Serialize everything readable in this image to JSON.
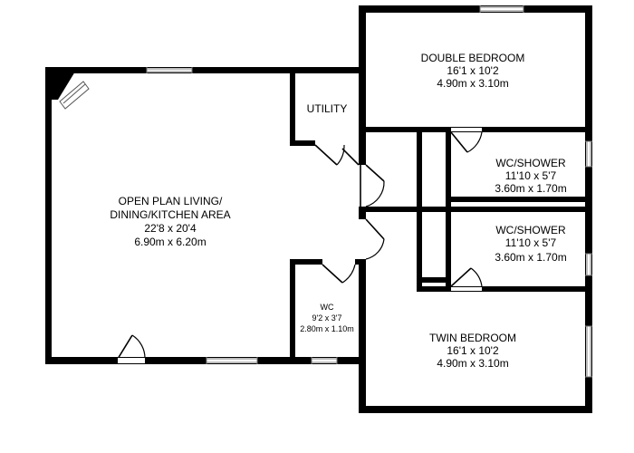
{
  "rooms": {
    "living": {
      "name_line1": "OPEN PLAN LIVING/",
      "name_line2": "DINING/KITCHEN AREA",
      "imperial": "22'8 x 20'4",
      "metric": "6.90m x 6.20m"
    },
    "utility": {
      "name": "UTILITY"
    },
    "double_bedroom": {
      "name": "DOUBLE BEDROOM",
      "imperial": "16'1 x 10'2",
      "metric": "4.90m x 3.10m"
    },
    "wc_shower_1": {
      "name": "WC/SHOWER",
      "imperial": "11'10 x 5'7",
      "metric": "3.60m x 1.70m"
    },
    "wc_shower_2": {
      "name": "WC/SHOWER",
      "imperial": "11'10 x 5'7",
      "metric": "3.60m x 1.70m"
    },
    "wc": {
      "name": "WC",
      "imperial": "9'2 x 3'7",
      "metric": "2.80m x 1.10m"
    },
    "twin_bedroom": {
      "name": "TWIN BEDROOM",
      "imperial": "16'1 x 10'2",
      "metric": "4.90m x 3.10m"
    }
  }
}
